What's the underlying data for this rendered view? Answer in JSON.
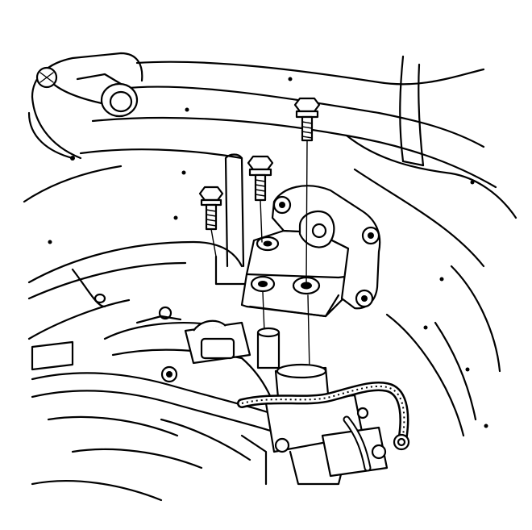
{
  "diagram": {
    "colors": {
      "line": "#000000",
      "background": "#ffffff"
    },
    "callouts": [],
    "bolts": [
      {
        "name": "mount-bolt-left"
      },
      {
        "name": "mount-bolt-center"
      },
      {
        "name": "mount-bolt-right"
      }
    ]
  }
}
